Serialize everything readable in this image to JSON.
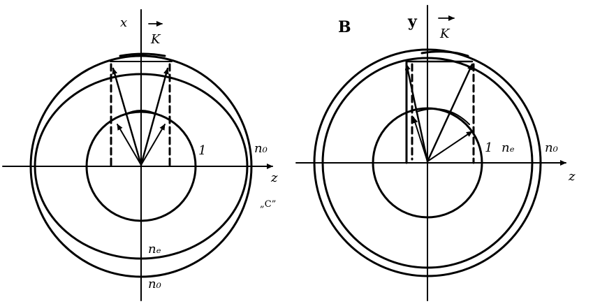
{
  "left_panel": {
    "axis_vertical": "x",
    "axis_horizontal": "z",
    "wave_vector": "K",
    "circle_label": "1",
    "outer_label": "n₀",
    "ellipse_label_bottom": "nₑ",
    "outer_label_bottom": "n₀",
    "caption": "„C”"
  },
  "right_panel": {
    "panel_letter": "B",
    "axis_vertical": "y",
    "axis_horizontal": "z",
    "wave_vector": "K",
    "circle_label": "1",
    "ne_label": "nₑ",
    "no_label": "n₀"
  },
  "colors": {
    "ink": "#000000",
    "paper": "#ffffff"
  }
}
